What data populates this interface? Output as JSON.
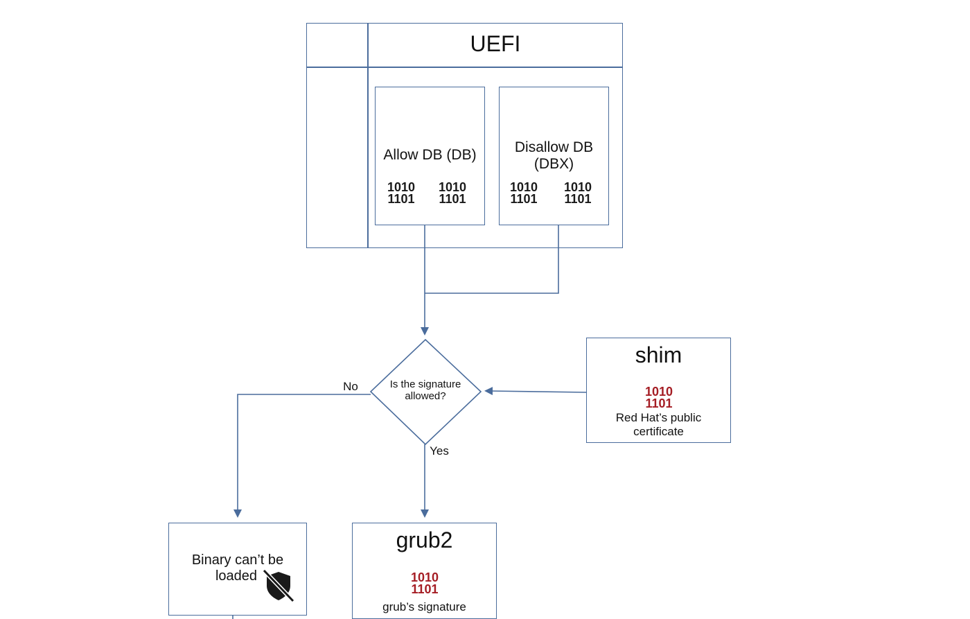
{
  "uefi": {
    "title": "UEFI",
    "allow_db": {
      "label": "Allow DB (DB)"
    },
    "disallow_db": {
      "line1": "Disallow DB",
      "line2": "(DBX)"
    }
  },
  "decision": {
    "line1": "Is the signature",
    "line2": "allowed?",
    "no_label": "No",
    "yes_label": "Yes"
  },
  "shim": {
    "title": "shim",
    "caption_line1": "Red Hat’s public",
    "caption_line2": "certificate"
  },
  "grub2": {
    "title": "grub2",
    "caption": "grub’s signature"
  },
  "blocked": {
    "line1": "Binary can’t be",
    "line2": "loaded"
  },
  "icons": {
    "binary": "binary-data-icon",
    "blocked": "shield-slash-icon"
  },
  "colors": {
    "line": "#4a6c9c",
    "signature_red": "#a51d24",
    "icon_black": "#1a1a1a"
  }
}
